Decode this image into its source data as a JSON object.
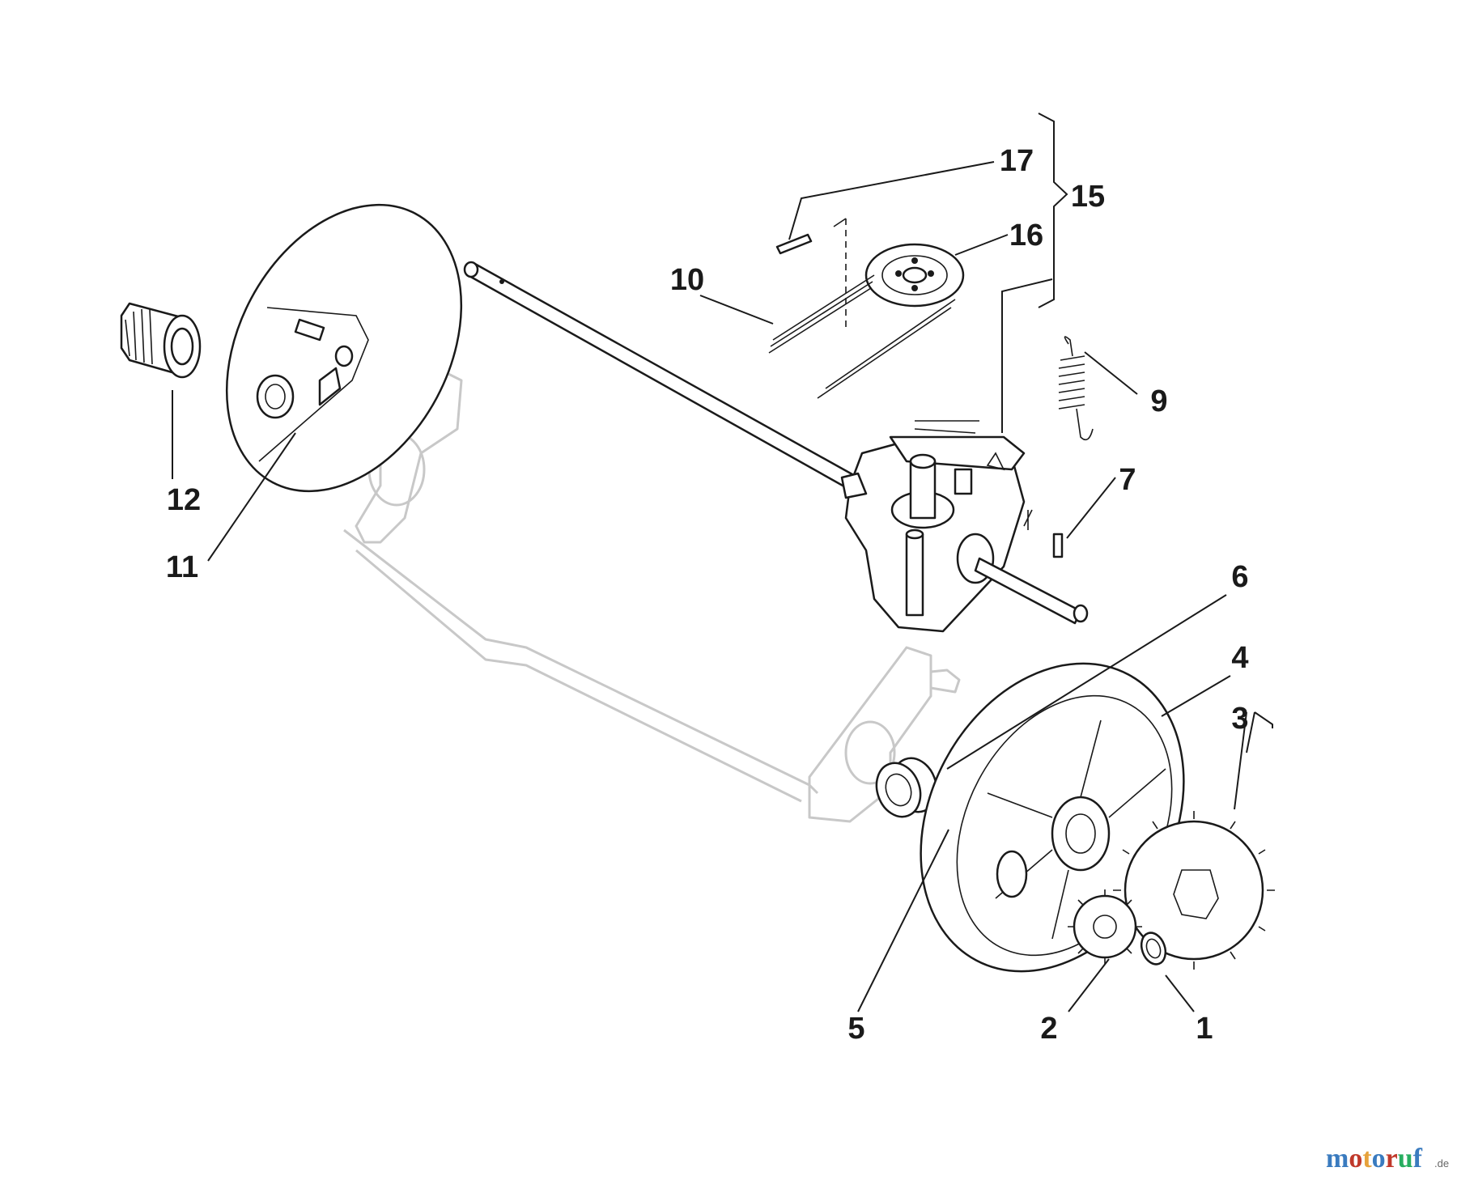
{
  "callouts": {
    "c1": "1",
    "c2": "2",
    "c3": "3",
    "c4": "4",
    "c5": "5",
    "c6": "6",
    "c7": "7",
    "c9": "9",
    "c10": "10",
    "c11": "11",
    "c12": "12",
    "c15": "15",
    "c16": "16",
    "c17": "17"
  },
  "watermark": {
    "letters": [
      "m",
      "o",
      "t",
      "o",
      "r",
      "u",
      "f"
    ],
    "colors": [
      "#3a7bbf",
      "#c0392b",
      "#e6a23c",
      "#3a7bbf",
      "#c0392b",
      "#27ae60",
      "#3a7bbf"
    ],
    "suffix": ".de"
  }
}
